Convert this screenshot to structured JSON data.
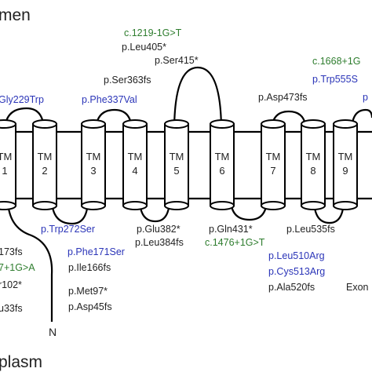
{
  "regions": {
    "lumen": "men",
    "cytoplasm": "plasm",
    "n_terminus": "N"
  },
  "helices": [
    "TM\n1",
    "TM\n2",
    "TM\n3",
    "TM\n4",
    "TM\n5",
    "TM\n6",
    "TM\n7",
    "TM\n8",
    "TM\n9"
  ],
  "colors": {
    "default": "#222222",
    "missense": "#2b35b8",
    "splice": "#2e7d2e"
  },
  "mutations": {
    "m01": "c.1219-1G>T",
    "m02": "p.Leu405*",
    "m03": "p.Ser415*",
    "m04": "p.Ser363fs",
    "m05": "c.1668+1G",
    "m06": "p.Trp555S",
    "m07": "Gly229Trp",
    "m08": "p.Phe337Val",
    "m09": "p.Asp473fs",
    "m10": "p.Trp272Ser",
    "m11": "p.Glu382*",
    "m12": "p.Gln431*",
    "m13": "p.Leu535fs",
    "m14": "p.Leu384fs",
    "m15": "c.1476+1G>T",
    "m16": "173fs",
    "m17": "p.Phe171Ser",
    "m18": "p.Leu510Arg",
    "m19": "7+1G>A",
    "m20": "p.Ile166fs",
    "m21": "p.Cys513Arg",
    "m22": "r102*",
    "m23": "p.Ala520fs",
    "m24": "Exon",
    "m25": "p.Met97*",
    "m26": "u33fs",
    "m27": "p.Asp45fs"
  }
}
